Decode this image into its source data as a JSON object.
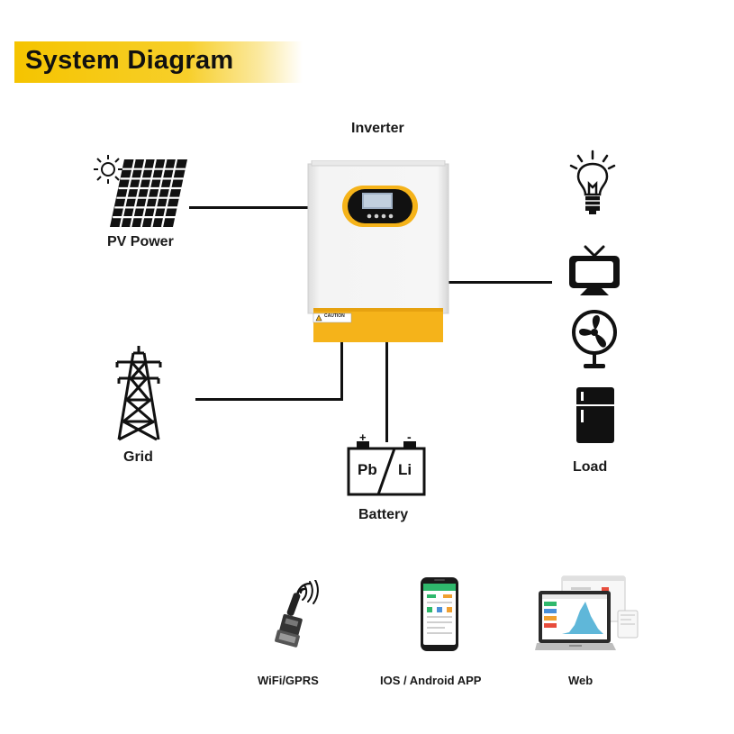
{
  "header": {
    "title": "System Diagram"
  },
  "diagram": {
    "inverter_label": "Inverter",
    "pv_label": "PV Power",
    "grid_label": "Grid",
    "battery_label": "Battery",
    "battery_left": "Pb",
    "battery_right": "Li",
    "battery_pos": "+",
    "battery_neg": "-",
    "load_label": "Load",
    "inverter_caution": "CAUTION"
  },
  "monitoring": {
    "wifi_label": "WiFi/GPRS",
    "app_label": "IOS / Android APP",
    "web_label": "Web"
  },
  "colors": {
    "banner": "#f5c400",
    "inverter_accent": "#f5b31a",
    "inverter_body": "#f2f2f2",
    "line": "#111111"
  }
}
